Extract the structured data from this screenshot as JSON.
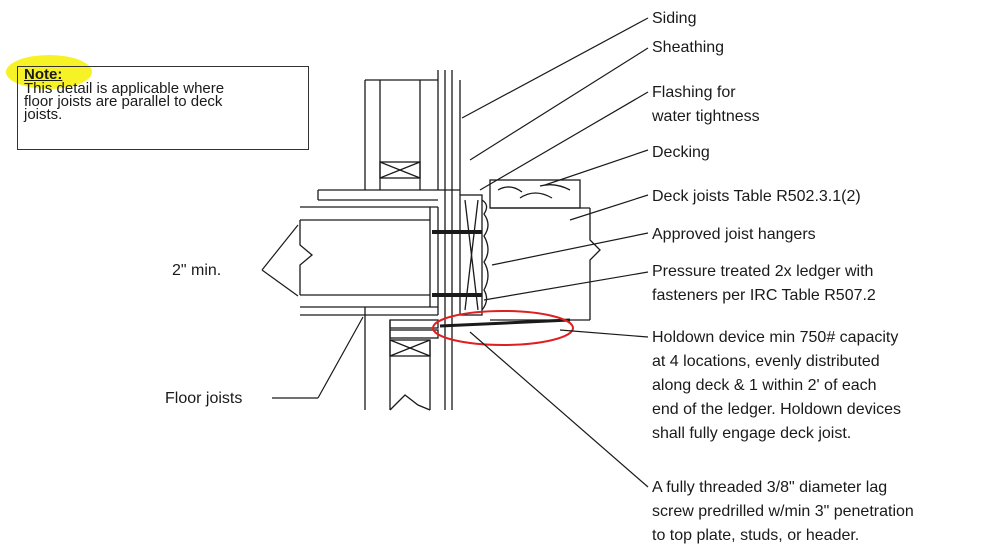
{
  "note": {
    "title": "Note:",
    "lines": [
      "This detail is applicable where",
      "floor joists are parallel to deck",
      "joists."
    ]
  },
  "labels": {
    "siding": "Siding",
    "sheathing": "Sheathing",
    "flashing": [
      "Flashing for",
      "water tightness"
    ],
    "decking": "Decking",
    "deck_joists": "Deck joists Table R502.3.1(2)",
    "hangers": "Approved joist  hangers",
    "ledger": [
      "Pressure treated 2x ledger with",
      "fasteners per IRC Table R507.2"
    ],
    "holdown": [
      "Holdown device min 750# capacity",
      "at 4 locations, evenly distributed",
      "along deck & 1 within 2' of each",
      "end of the ledger. Holdown devices",
      "shall fully engage deck joist."
    ],
    "lag_screw": [
      "A fully threaded 3/8\" diameter lag",
      "screw predrilled w/min 3\" penetration",
      "to top plate, studs, or header."
    ],
    "min_dim": "2\" min.",
    "floor_joists": "Floor joists"
  },
  "colors": {
    "highlight": "#f4f000",
    "callout_ellipse": "#e02020",
    "ink": "#1a1a1a"
  }
}
